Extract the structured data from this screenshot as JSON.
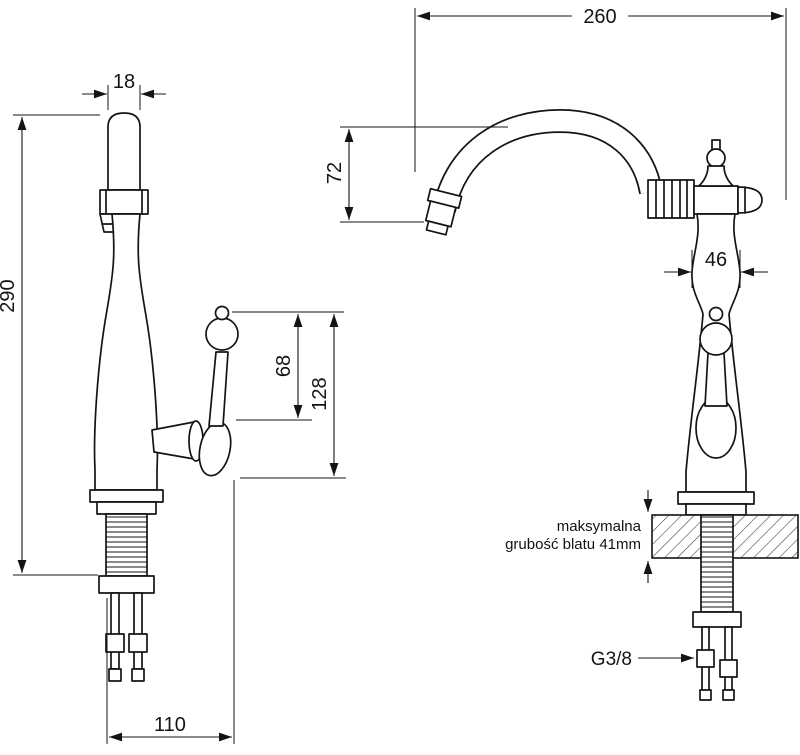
{
  "page": {
    "background": "#ffffff",
    "line_color": "#141414"
  },
  "views": {
    "side": {
      "dims": {
        "spout_diameter": "18",
        "total_height": "290",
        "handle_upper": "68",
        "handle_height": "128",
        "base_width": "110"
      }
    },
    "front": {
      "dims": {
        "spout_reach": "260",
        "spout_drop": "72",
        "body_width": "46"
      },
      "notes": {
        "counter_line1": "maksymalna",
        "counter_line2": "grubość blatu 41mm",
        "connection_thread": "G3/8"
      }
    }
  }
}
